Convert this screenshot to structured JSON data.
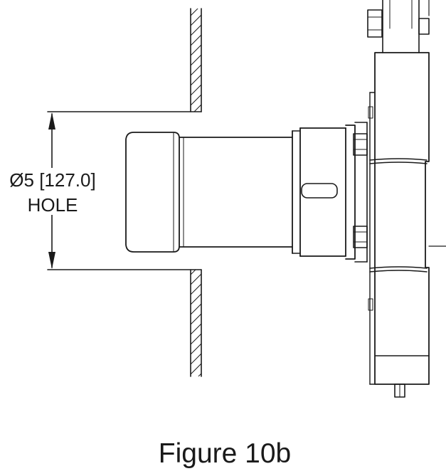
{
  "figure": {
    "caption": "Figure 10b"
  },
  "dimension": {
    "line1": "Ø5 [127.0]",
    "line2": "HOLE"
  },
  "colors": {
    "ink": "#1a1a1a",
    "background": "#ffffff"
  }
}
